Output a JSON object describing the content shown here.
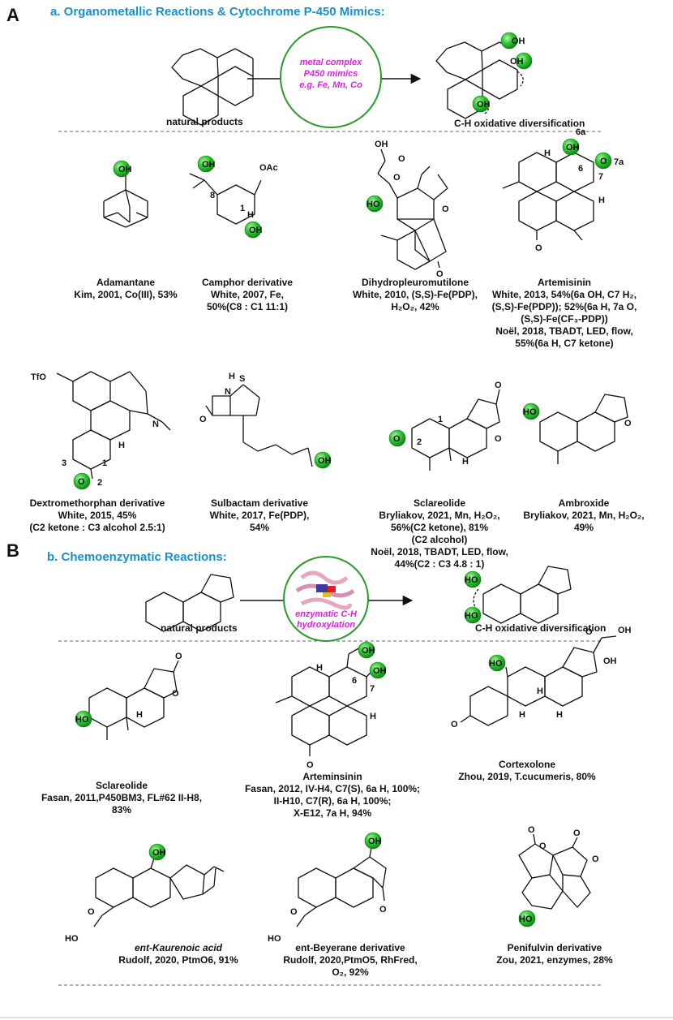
{
  "panelA": {
    "letter": "A",
    "title": "a. Organometallic Reactions & Cytochrome P-450 Mimics:",
    "scheme": {
      "left": "natural products",
      "catalyst": [
        "metal complex",
        "P450 mimics",
        "e.g. Fe, Mn, Co"
      ],
      "right": "C-H oxidative diversification"
    },
    "row1": [
      {
        "name": "Adamantane",
        "lines": [
          "Kim, 2001, Co(III), 53%"
        ]
      },
      {
        "name": "Camphor derivative",
        "lines": [
          "White, 2007, Fe,",
          "50%(C8 : C1 11:1)"
        ]
      },
      {
        "name": "Dihydropleuromutilone",
        "lines": [
          "White, 2010, (S,S)-Fe(PDP),",
          "H₂O₂, 42%"
        ]
      },
      {
        "name": "Artemisinin",
        "lines": [
          "White, 2013, 54%(6a OH, C7 H₂,",
          "(S,S)-Fe(PDP)); 52%(6a H, 7a O,",
          "(S,S)-Fe(CF₃-PDP))",
          "Noël, 2018, TBADT, LED, flow,",
          "55%(6a H, C7 ketone)"
        ]
      }
    ],
    "row2": [
      {
        "name": "Dextromethorphan derivative",
        "lines": [
          "White, 2015, 45%",
          "(C2 ketone : C3 alcohol 2.5:1)"
        ]
      },
      {
        "name": "Sulbactam derivative",
        "lines": [
          "White, 2017, Fe(PDP),",
          "54%"
        ]
      },
      {
        "name": "Sclareolide",
        "lines": [
          "Bryliakov, 2021, Mn, H₂O₂,",
          "56%(C2 ketone), 81%",
          "(C2 alcohol)",
          "Noël, 2018, TBADT, LED, flow,",
          "44%(C2 : C3 4.8 : 1)"
        ]
      },
      {
        "name": "Ambroxide",
        "lines": [
          "Bryliakov, 2021, Mn, H₂O₂,",
          "49%"
        ]
      }
    ]
  },
  "panelB": {
    "letter": "B",
    "title": "b. Chemoenzymatic Reactions:",
    "scheme": {
      "left": "natural products",
      "catalyst": [
        "enzymatic C-H",
        "hydroxylation"
      ],
      "right": "C-H oxidative diversification"
    },
    "row1": [
      {
        "name": "Sclareolide",
        "lines": [
          "Fasan, 2011,P450BM3, FL#62 II-H8,",
          "83%"
        ]
      },
      {
        "name": "Arteminsinin",
        "lines": [
          "Fasan, 2012, IV-H4, C7(S), 6a H, 100%;",
          "II-H10, C7(R), 6a H, 100%;",
          "X-E12, 7a H, 94%"
        ]
      },
      {
        "name": "Cortexolone",
        "lines": [
          "Zhou, 2019, T.cucumeris, 80%"
        ]
      }
    ],
    "row2": [
      {
        "name": "ent-Kaurenoic acid",
        "lines": [
          "Rudolf, 2020, PtmO6, 91%"
        ]
      },
      {
        "name": "ent-Beyerane derivative",
        "lines": [
          "Rudolf, 2020,PtmO5, RhFred,",
          "O₂, 92%"
        ]
      },
      {
        "name": "Penifulvin derivative",
        "lines": [
          "Zou, 2021, enzymes, 28%"
        ]
      }
    ]
  },
  "atoms": {
    "oh": "OH",
    "ho": "HO",
    "o": "O",
    "oac": "OAc",
    "otf": "TfO",
    "n": "N",
    "s": "S",
    "h": "H",
    "n1": "1",
    "n2": "2",
    "n3": "3",
    "n6": "6",
    "n7": "7",
    "n8": "8",
    "n6a": "6a",
    "n7a": "7a"
  },
  "colors": {
    "title": "#1a8fd0",
    "catalyst": "#e020e0",
    "ball": "#22b422",
    "circle": "#2a9a2a"
  }
}
